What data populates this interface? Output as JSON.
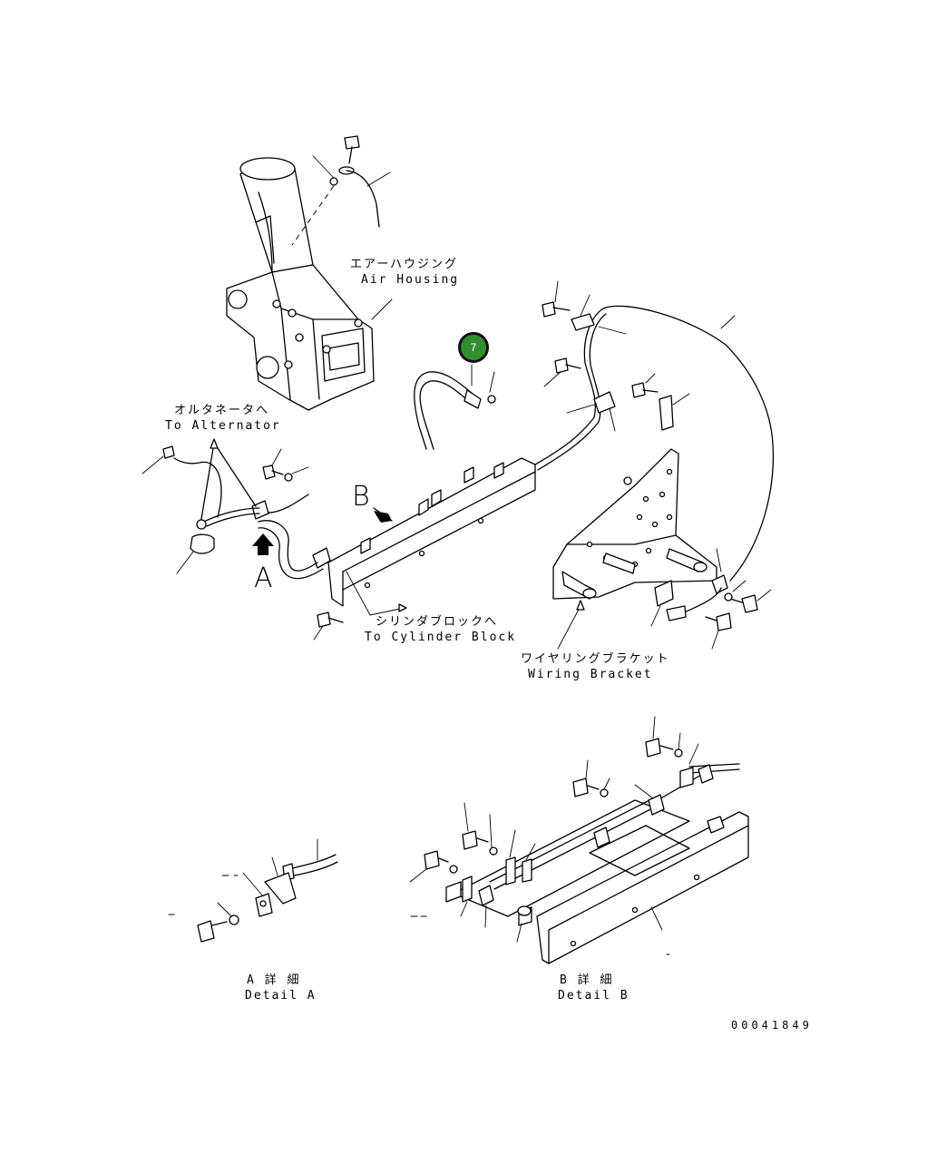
{
  "labels": {
    "air_housing_jp": "エアーハウジング",
    "air_housing_en": "Air Housing",
    "alternator_jp": "オルタネータへ",
    "alternator_en": "To Alternator",
    "cylinder_block_jp": "シリンダブロックへ",
    "cylinder_block_en": "To Cylinder Block",
    "wiring_bracket_jp": "ワイヤリングブラケット",
    "wiring_bracket_en": "Wiring Bracket",
    "view_a": "A",
    "view_b": "B",
    "detail_a_jp": "A 詳 細",
    "detail_a_en": "Detail A",
    "detail_b_jp": "B 詳 細",
    "detail_b_en": "Detail B",
    "drawing_number": "00041849"
  },
  "callout": {
    "number": "7",
    "color": "#2f8f2f"
  }
}
